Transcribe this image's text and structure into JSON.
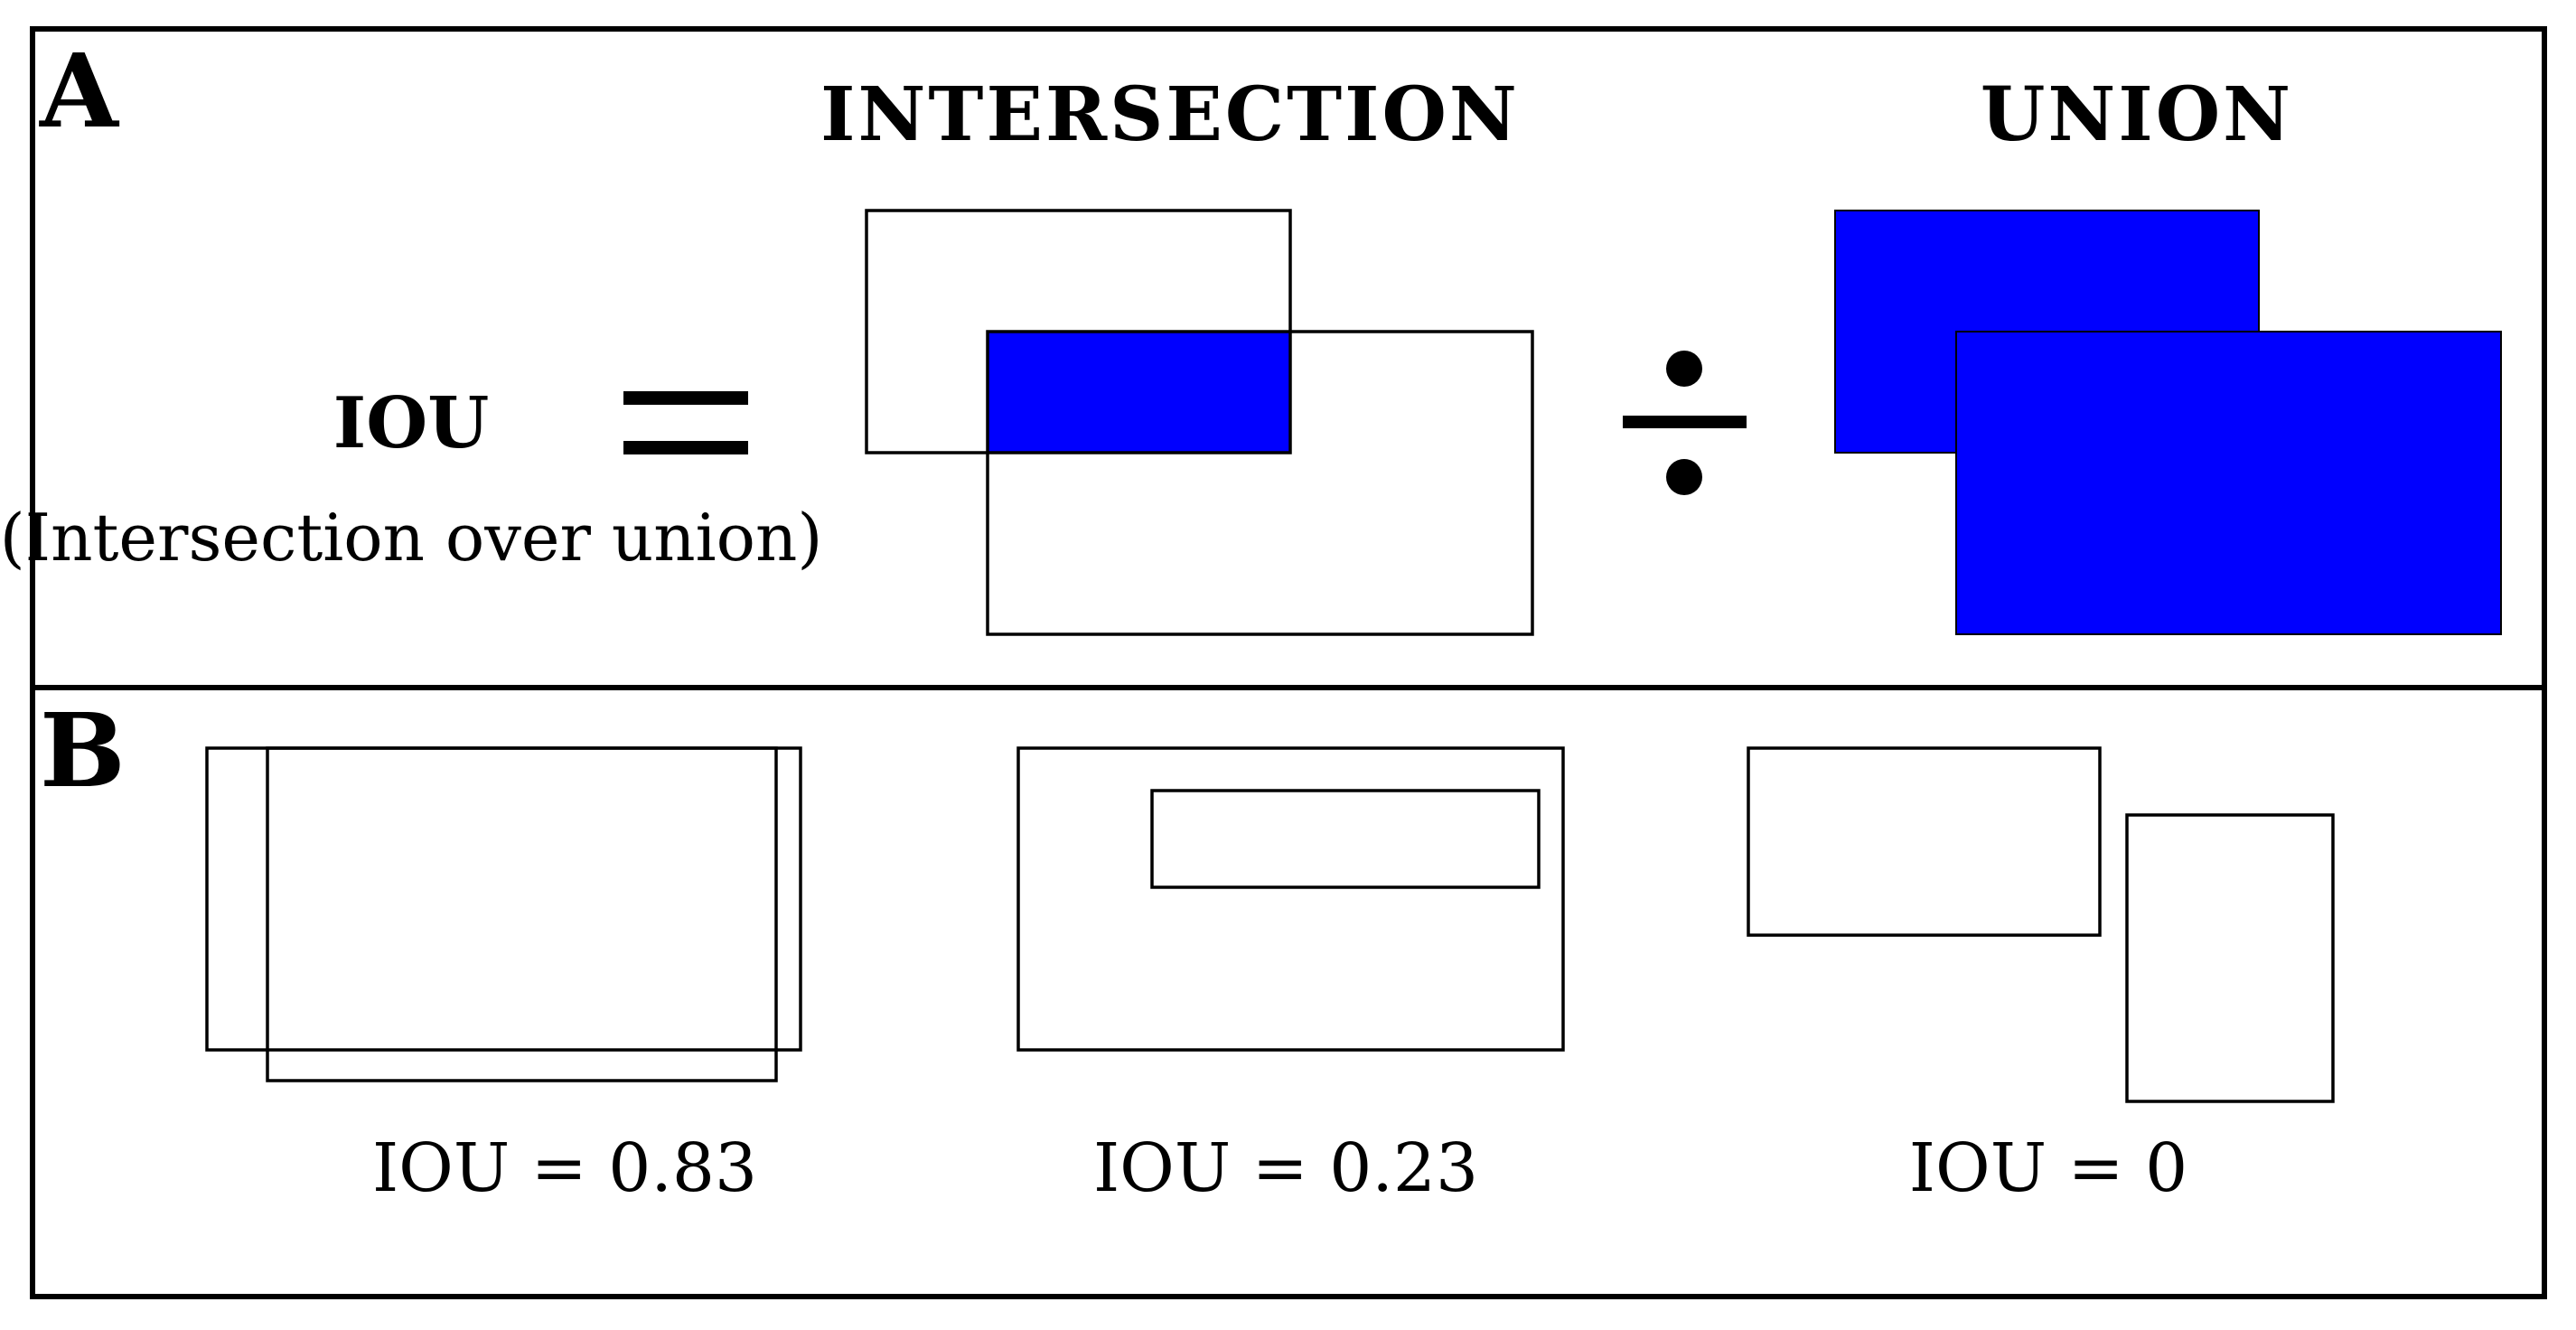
{
  "panel_a": {
    "label": "A",
    "iou_label": "IOU",
    "iou_subtitle": "(Intersection over union)",
    "intersection_title": "INTERSECTION",
    "union_title": "UNION",
    "fill_color": "#0000ff"
  },
  "panel_b": {
    "label": "B",
    "examples": [
      {
        "caption": "IOU = 0.83"
      },
      {
        "caption": "IOU = 0.23"
      },
      {
        "caption": "IOU = 0"
      }
    ]
  }
}
